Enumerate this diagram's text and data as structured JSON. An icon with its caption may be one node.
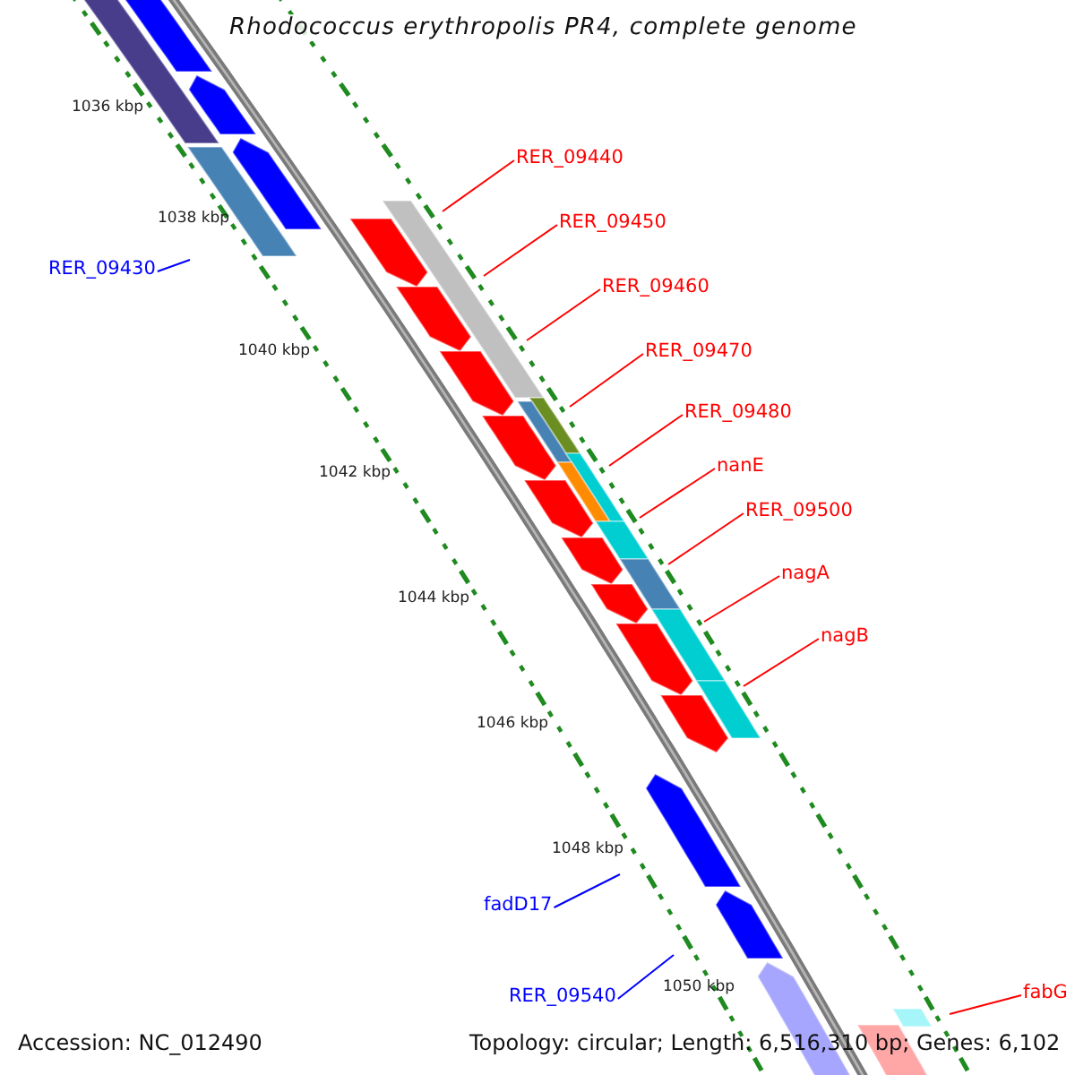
{
  "diagram": {
    "title": "Rhodococcus erythropolis PR4, complete genome",
    "nodes": [
      {
        "text": [
          "RER_09430"
        ]
      },
      {
        "text": [
          "RER_09440"
        ]
      },
      {
        "text": [
          "RER_09450"
        ]
      },
      {
        "text": [
          "RER_09460"
        ]
      },
      {
        "text": [
          "RER_09470"
        ]
      },
      {
        "text": [
          "RER_09480"
        ]
      },
      {
        "text": [
          "nanE"
        ]
      },
      {
        "text": [
          "RER_09500"
        ]
      },
      {
        "text": [
          "nagA"
        ]
      },
      {
        "text": [
          "nagB"
        ]
      },
      {
        "text": [
          "fadD17"
        ]
      },
      {
        "text": [
          "RER_09540"
        ]
      },
      {
        "text": [
          "fabG"
        ]
      }
    ],
    "edges": [
      {
        "from": 0,
        "to": null,
        "arrow": "none",
        "color": "#0000ff"
      },
      {
        "from": 1,
        "to": null,
        "arrow": "none"
      },
      {
        "from": 2,
        "to": null,
        "arrow": "none"
      },
      {
        "from": 3,
        "to": null,
        "arrow": "none"
      },
      {
        "from": 4,
        "to": null,
        "arrow": "none"
      },
      {
        "from": 5,
        "to": null,
        "arrow": "none"
      },
      {
        "from": 6,
        "to": null,
        "arrow": "none"
      },
      {
        "from": 7,
        "to": null,
        "arrow": "none"
      },
      {
        "from": 8,
        "to": null,
        "arrow": "none"
      },
      {
        "from": 9,
        "to": null,
        "arrow": "none"
      },
      {
        "from": 10,
        "to": null,
        "arrow": "none",
        "color": "#0000ff"
      },
      {
        "from": 11,
        "to": null,
        "arrow": "none",
        "color": "#0000ff"
      },
      {
        "from": 12,
        "to": null,
        "arrow": "none"
      }
    ],
    "labels": [
      "1036 kbp",
      "1038 kbp",
      "1040 kbp",
      "1042 kbp",
      "1044 kbp",
      "1046 kbp",
      "1048 kbp",
      "1050 kbp",
      "Accession: NC_012490",
      "Topology: circular; Length: 6,516,310 bp; Genes: 6,102"
    ]
  }
}
